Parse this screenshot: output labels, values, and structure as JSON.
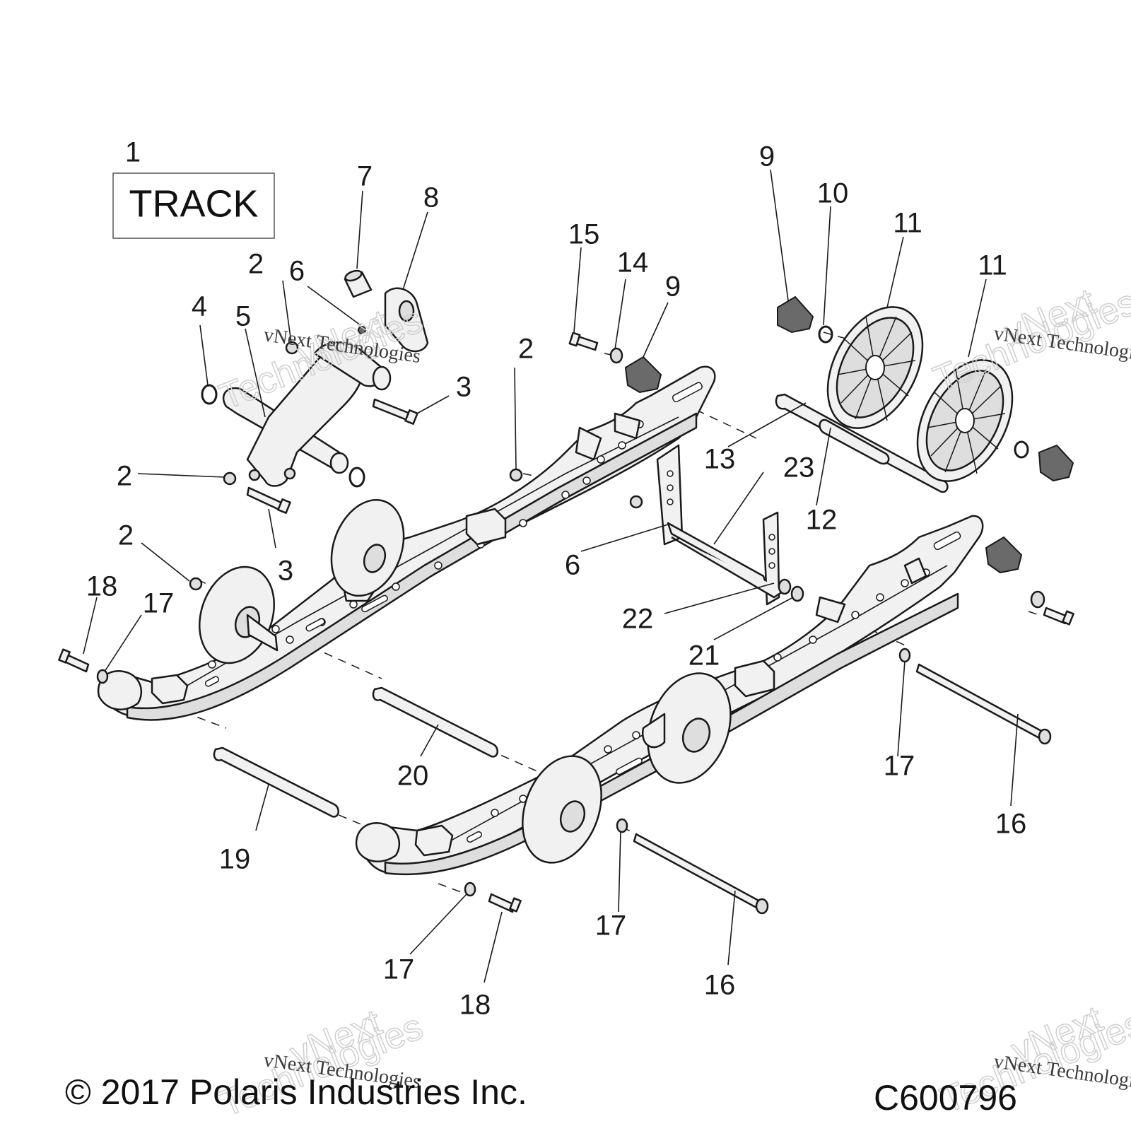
{
  "track_box_label": "TRACK",
  "callouts": {
    "c1": "1",
    "c2a": "2",
    "c2b": "2",
    "c2c": "2",
    "c2d": "2",
    "c3a": "3",
    "c3b": "3",
    "c4": "4",
    "c5": "5",
    "c6a": "6",
    "c6b": "6",
    "c7": "7",
    "c8": "8",
    "c9a": "9",
    "c9b": "9",
    "c10": "10",
    "c11a": "11",
    "c11b": "11",
    "c12": "12",
    "c13": "13",
    "c14": "14",
    "c15": "15",
    "c16a": "16",
    "c16b": "16",
    "c17a": "17",
    "c17b": "17",
    "c17c": "17",
    "c17d": "17",
    "c18a": "18",
    "c18b": "18",
    "c19": "19",
    "c20": "20",
    "c21": "21",
    "c22": "22",
    "c23": "23"
  },
  "watermark": {
    "line1": "vNext",
    "line2": "Technologies",
    "small": "vNext Technologies"
  },
  "footer": {
    "copyright": "© 2017 Polaris Industries Inc.",
    "figure_code": "C600796"
  }
}
